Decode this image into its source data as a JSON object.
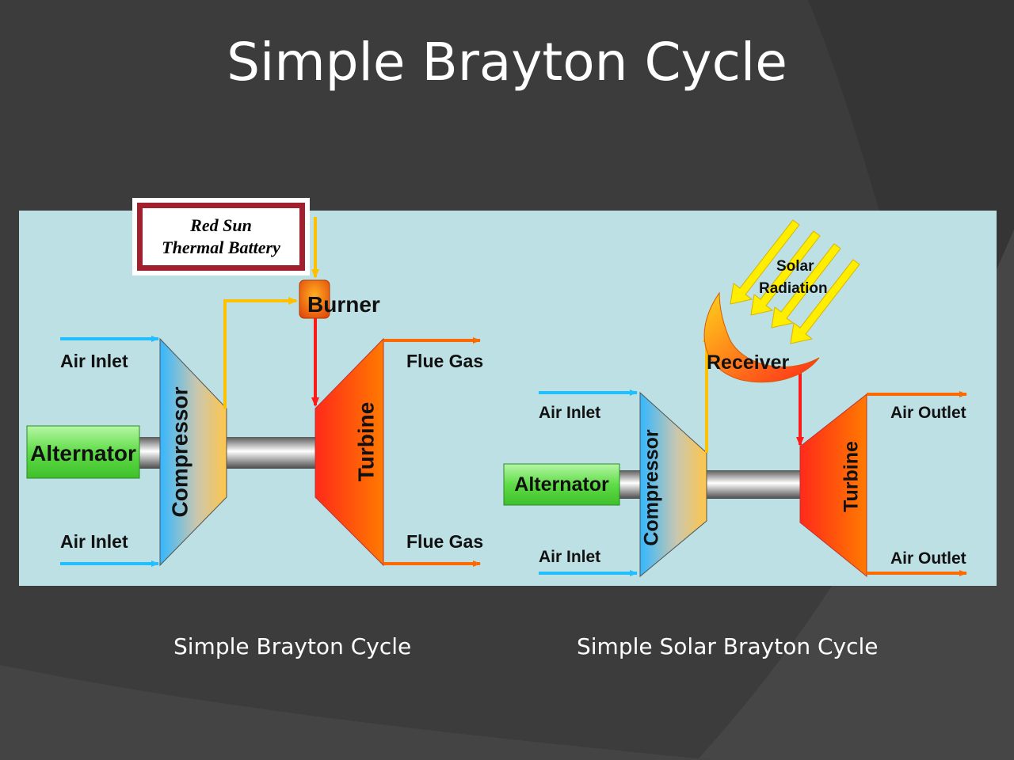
{
  "slide": {
    "title": "Simple Brayton Cycle",
    "caption_left": "Simple Brayton Cycle",
    "caption_right": "Simple Solar Brayton Cycle"
  },
  "left": {
    "battery_line1": "Red Sun",
    "battery_line2": "Thermal Battery",
    "burner": "Burner",
    "air_inlet_top": "Air Inlet",
    "air_inlet_bottom": "Air Inlet",
    "alternator": "Alternator",
    "compressor": "Compressor",
    "turbine": "Turbine",
    "flue_gas_top": "Flue Gas",
    "flue_gas_bottom": "Flue Gas"
  },
  "right": {
    "solar": "Solar",
    "radiation": "Radiation",
    "receiver": "Receiver",
    "air_inlet_top": "Air Inlet",
    "air_inlet_bottom": "Air Inlet",
    "alternator": "Alternator",
    "compressor": "Compressor",
    "turbine": "Turbine",
    "air_outlet_top": "Air Outlet",
    "air_outlet_bottom": "Air Outlet"
  },
  "colors": {
    "slide_bg": "#3d3d3d",
    "panel_bg": "#bde0e4",
    "air_arrow": "#22bfff",
    "hot_flow": "#ffc000",
    "burner_flow": "#ff1a1a",
    "exhaust_arrow": "#ff6a00",
    "alternator_green": "#66e34f",
    "battery_border": "#a0202e"
  }
}
